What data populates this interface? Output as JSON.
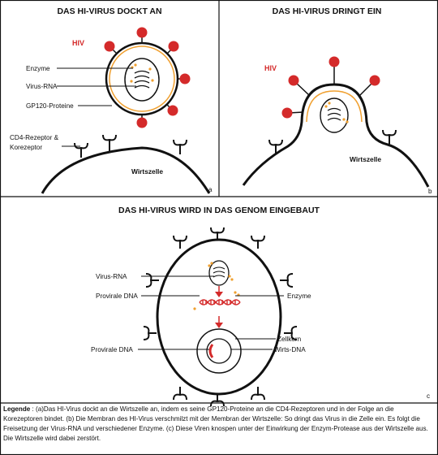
{
  "panels": {
    "a": {
      "title": "DAS HI-VIRUS DOCKT AN",
      "hiv_label": "HIV",
      "labels": {
        "enzyme": "Enzyme",
        "rna": "Virus-RNA",
        "gp120": "GP120-Proteine",
        "cd4_line1": "CD4-Rezeptor &",
        "cd4_line2": "Korezeptor",
        "host": "Wirtszelle"
      },
      "letter": "a"
    },
    "b": {
      "title": "DAS HI-VIRUS DRINGT EIN",
      "hiv_label": "HIV",
      "host": "Wirtszelle",
      "letter": "b"
    },
    "c": {
      "title": "DAS HI-VIRUS WIRD IN DAS GENOM EINGEBAUT",
      "labels": {
        "rna": "Virus-RNA",
        "proviral_dna_1": "Provirale DNA",
        "enzyme": "Enzyme",
        "nucleus": "Zellkern",
        "proviral_dna_2": "Provirale DNA",
        "host_dna": "Wirts-DNA"
      },
      "letter": "c"
    }
  },
  "colors": {
    "virus_red": "#d42a2a",
    "envelope_orange": "#f0a030",
    "outline": "#111111"
  },
  "legend": {
    "heading": "Legende",
    "text": " : (a)Das HI-Virus dockt an die Wirtszelle an, indem es seine GP120-Proteine an die CD4-Rezeptoren und in der Folge an die Korezeptoren bindet.  (b) Die Membran des HI-Virus verschmilzt mit der Membran der Wirtszelle: So dringt das Virus in die Zelle ein. Es folgt die Freisetzung der Virus-RNA und verschiedener Enzyme. (c) Diese Viren knospen unter der Einwirkung der Enzym-Protease aus der Wirtszelle aus. Die Wirtszelle wird dabei zerstört."
  }
}
